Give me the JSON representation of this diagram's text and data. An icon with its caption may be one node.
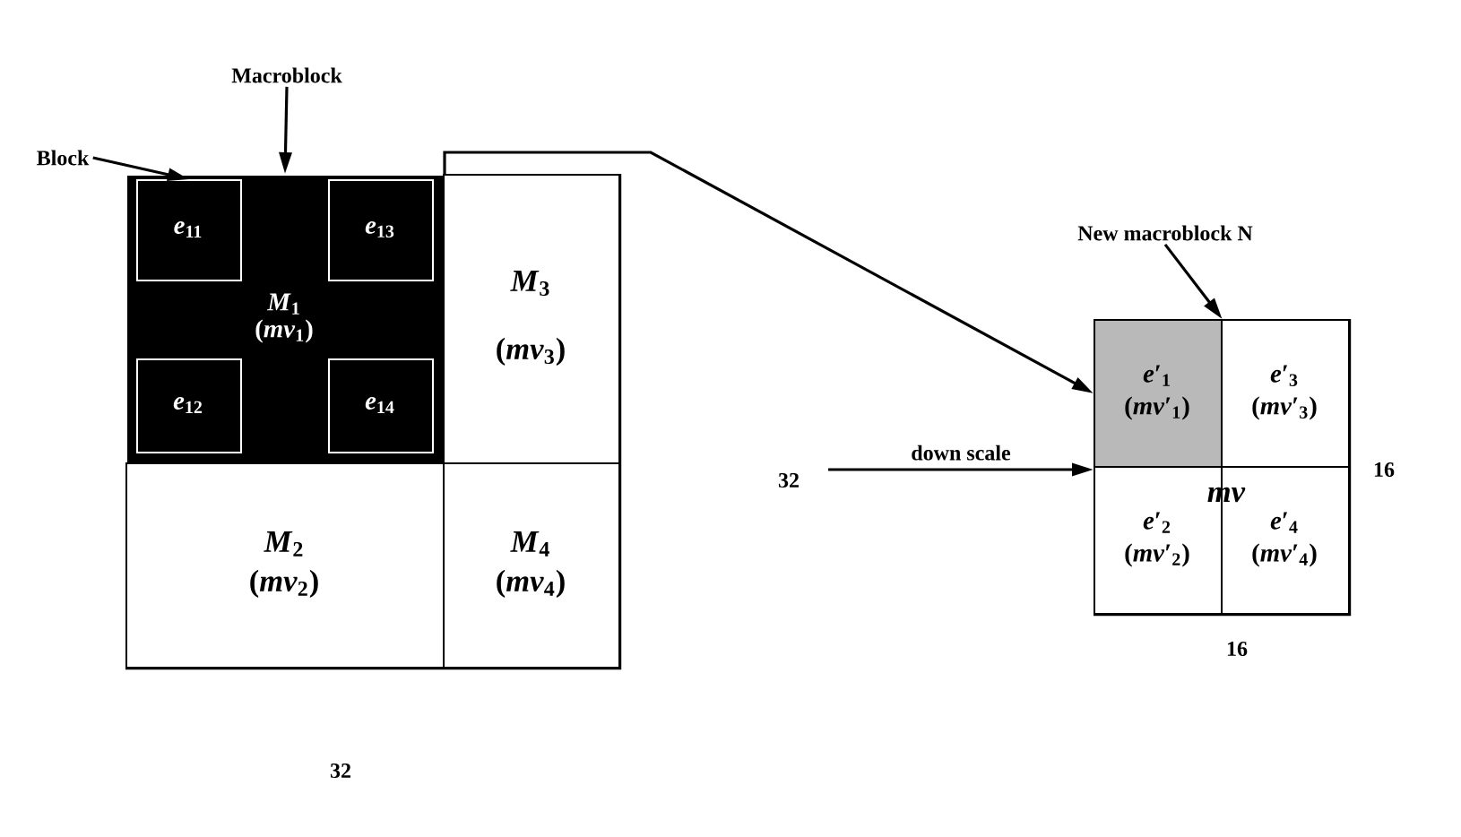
{
  "diagram": {
    "nodes": [
      {
        "text": [],
        "shape": "box"
      },
      {
        "text": [
          "*M*$_{1}$",
          "(*mv*$_{1}$)"
        ],
        "in": 0
      },
      {
        "text": [
          "*e*$_{11}$"
        ],
        "in": 1
      },
      {
        "text": [
          "*e*$_{13}$"
        ],
        "in": 1
      },
      {
        "text": [
          "*e*$_{12}$"
        ],
        "in": 1
      },
      {
        "text": [
          "*e*$_{14}$"
        ],
        "in": 1
      },
      {
        "text": [
          "*M*$_{3}$",
          "(*mv*$_{3}$)"
        ],
        "in": 0
      },
      {
        "text": [
          "*M*$_{2}$",
          "(*mv*$_{2}$)"
        ],
        "in": 0
      },
      {
        "text": [
          "*M*$_{4}$",
          "(*mv*$_{4}$)"
        ],
        "in": 0
      },
      {
        "text": [],
        "shape": "box"
      },
      {
        "text": [
          "*e*′$_{1}$",
          "(*mv*′$_{1}$)"
        ],
        "in": 9
      },
      {
        "text": [
          "*e*′$_{3}$",
          "(*mv*′$_{3}$)"
        ],
        "in": 9
      },
      {
        "text": [
          "*e*′$_{2}$",
          "(*mv*′$_{2}$)"
        ],
        "in": 9
      },
      {
        "text": [
          "*e*′$_{4}$",
          "(*mv*′$_{4}$)"
        ],
        "in": 9
      },
      {
        "text": [
          "Block"
        ]
      },
      {
        "text": [
          "Macroblock"
        ]
      },
      {
        "text": [
          "New macroblock N"
        ]
      }
    ],
    "edges": [
      {
        "from": 14,
        "to": 2,
        "arrow": "to"
      },
      {
        "from": 15,
        "to": 1,
        "arrow": "to"
      },
      {
        "from": 16,
        "to": 9,
        "arrow": "to"
      },
      {
        "from": 1,
        "to": 10,
        "arrow": "to"
      },
      {
        "from": null,
        "to": 9,
        "arrow": "to",
        "label": "down scale"
      }
    ],
    "labels": [
      "32",
      "*mv*",
      "16",
      "16",
      "32"
    ]
  }
}
